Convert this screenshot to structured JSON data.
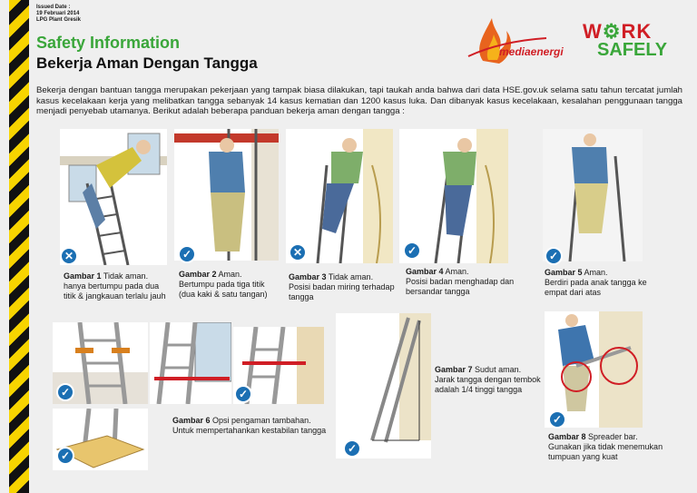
{
  "header": {
    "issued_label": "Issued Date :",
    "issued_date": "19 Februari 2014",
    "location": "LPG Plant Gresik",
    "title": "Safety Information",
    "subtitle": "Bekerja Aman Dengan Tangga"
  },
  "logos": {
    "mediaenergi": "mediaenergi",
    "work": "W",
    "work_rest": "RK",
    "safely": "SAFELY"
  },
  "intro": "Bekerja dengan bantuan tangga merupakan pekerjaan yang tampak biasa dilakukan, tapi taukah anda bahwa dari data HSE.gov.uk selama satu tahun tercatat jumlah kasus kecelakaan kerja yang melibatkan tangga sebanyak 14 kasus kematian dan 1200 kasus luka. Dan dibanyak kasus kecelakaan, kesalahan penggunaan tangga menjadi penyebab utamanya. Berikut adalah beberapa panduan bekerja aman dengan tangga :",
  "figures": [
    {
      "label": "Gambar 1",
      "status": "Tidak aman.",
      "text": "hanya bertumpu pada dua titik & jangkauan terlalu jauh",
      "safe": false
    },
    {
      "label": "Gambar 2",
      "status": "Aman.",
      "text": "Bertumpu pada tiga titik (dua kaki & satu tangan)",
      "safe": true
    },
    {
      "label": "Gambar 3",
      "status": "Tidak aman.",
      "text": "Posisi badan miring terhadap tangga",
      "safe": false
    },
    {
      "label": "Gambar 4",
      "status": "Aman.",
      "text": "Posisi badan menghadap dan bersandar tangga",
      "safe": true
    },
    {
      "label": "Gambar 5",
      "status": "Aman.",
      "text": "Berdiri pada anak tangga ke empat dari atas",
      "safe": true
    },
    {
      "label": "Gambar 6",
      "status": "Opsi pengaman tambahan.",
      "text": "Untuk mempertahankan kestabilan tangga",
      "safe": true
    },
    {
      "label": "Gambar 7",
      "status": "Sudut aman.",
      "text": "Jarak tangga dengan tembok adalah 1/4 tinggi tangga",
      "safe": true
    },
    {
      "label": "Gambar 8",
      "status": "Spreader bar.",
      "text": "Gunakan jika tidak menemukan tumpuan yang kuat",
      "safe": true
    }
  ],
  "icons": {
    "safe": "check-icon",
    "unsafe": "cross-icon"
  },
  "colors": {
    "accent_green": "#3aa63a",
    "badge_blue": "#1b6fb3",
    "hazard_yellow": "#f7d400",
    "brand_red": "#d01e25"
  }
}
